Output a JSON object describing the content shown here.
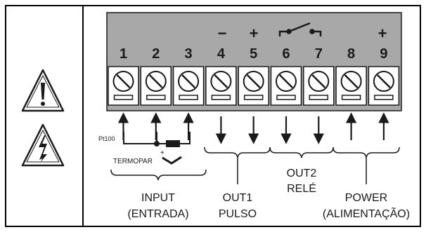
{
  "terminals": [
    {
      "number": "1",
      "arrow": "up"
    },
    {
      "number": "2",
      "arrow": "up"
    },
    {
      "number": "3",
      "arrow": "up"
    },
    {
      "number": "4",
      "arrow": "down"
    },
    {
      "number": "5",
      "arrow": "down"
    },
    {
      "number": "6",
      "arrow": "down"
    },
    {
      "number": "7",
      "arrow": "down"
    },
    {
      "number": "8",
      "arrow": "up"
    },
    {
      "number": "9",
      "arrow": "up"
    }
  ],
  "polarity": {
    "minus": "−",
    "plus_out": "+",
    "plus_power": "+",
    "thermocouple_plus": "+"
  },
  "sensor_labels": {
    "pt100": "Pt100",
    "termopar": "TERMOPAR"
  },
  "groups": {
    "input_line1": "INPUT",
    "input_line2": "(ENTRADA)",
    "out1_line1": "OUT1",
    "out1_line2": "PULSO",
    "out2_line1": "OUT2",
    "out2_line2": "RELÉ",
    "power_line1": "POWER",
    "power_line2": "(ALIMENTAÇÃO)"
  },
  "icons": [
    "warning-exclamation-icon",
    "electric-hazard-icon"
  ],
  "colors": {
    "block_fill": "#a8a8a8",
    "line": "#1a1a1a",
    "text": "#1a1a1a"
  }
}
